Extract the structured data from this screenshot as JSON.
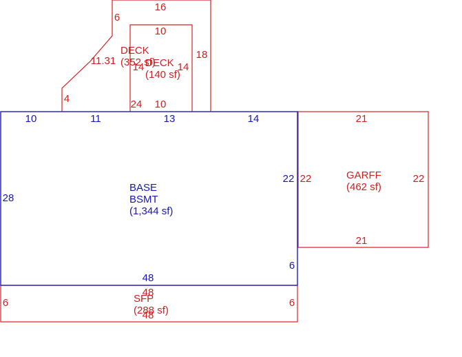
{
  "colors": {
    "base_outline": "#1c1cc0",
    "other_outline": "#d42020",
    "base_text": "#1616b8",
    "other_text": "#cc1f1f",
    "background": "#ffffff"
  },
  "areas": {
    "base": {
      "name": "BASE",
      "subname": "BSMT",
      "size": "(1,344 sf)"
    },
    "garage": {
      "name": "GARFF",
      "size": "(462 sf)"
    },
    "deck_large": {
      "name": "DECK",
      "size": "(352 sf)"
    },
    "deck_small": {
      "name": "DECK",
      "size": "(140 sf)"
    },
    "sfp": {
      "name": "SFP",
      "size": "(288 sf)"
    }
  },
  "dimensions": {
    "base": {
      "top_1": "10",
      "top_2": "11",
      "top_3": "13",
      "top_4": "14",
      "left": "28",
      "right": "22",
      "right_lower": "6",
      "bottom": "48"
    },
    "garage": {
      "top": "21",
      "bottom": "21",
      "left": "22",
      "right": "22"
    },
    "deck_large": {
      "top": "16",
      "top_left": "6",
      "diagonal": "11.31",
      "left": "4",
      "right": "18",
      "inner_left": "14"
    },
    "deck_small": {
      "top": "10",
      "bottom": "10",
      "right": "14",
      "left": "24"
    },
    "sfp": {
      "top": "48",
      "bottom": "48",
      "left": "6",
      "right": "6"
    }
  }
}
